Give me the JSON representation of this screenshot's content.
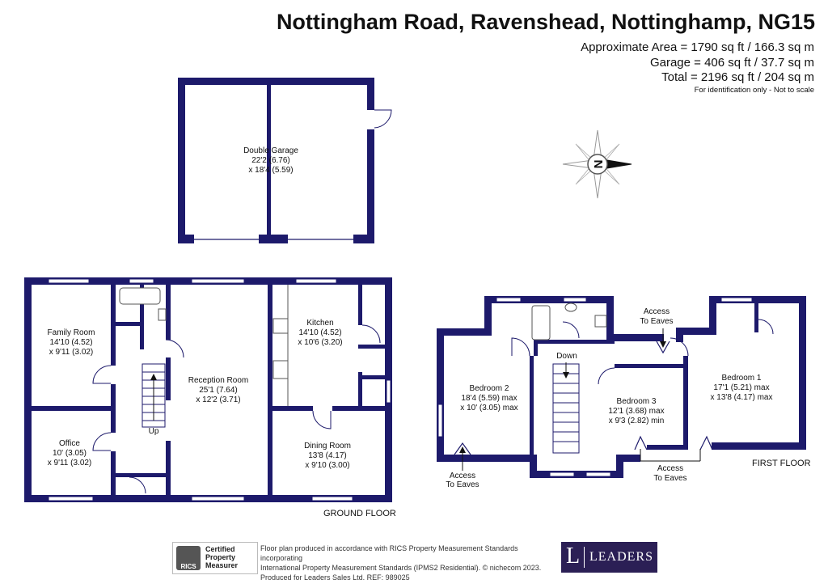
{
  "header": {
    "title": "Nottingham Road, Ravenshead, Nottinghamp, NG15",
    "area_lines": [
      "Approximate Area = 1790 sq ft / 166.3 sq m",
      "Garage = 406 sq ft / 37.7 sq m",
      "Total = 2196 sq ft / 204 sq m"
    ],
    "identification": "For identification only - Not to scale"
  },
  "compass": {
    "letter": "N",
    "icon": "compass-rose-icon"
  },
  "garage": {
    "name": "Double Garage",
    "dim1": "22'2 (6.76)",
    "dim2": "x 18'4 (5.59)"
  },
  "ground_floor": {
    "label": "GROUND FLOOR",
    "stairs_label": "Up",
    "rooms": {
      "family": {
        "name": "Family Room",
        "dim1": "14'10 (4.52)",
        "dim2": "x 9'11 (3.02)"
      },
      "office": {
        "name": "Office",
        "dim1": "10' (3.05)",
        "dim2": "x 9'11 (3.02)"
      },
      "reception": {
        "name": "Reception Room",
        "dim1": "25'1 (7.64)",
        "dim2": "x 12'2 (3.71)"
      },
      "kitchen": {
        "name": "Kitchen",
        "dim1": "14'10 (4.52)",
        "dim2": "x 10'6 (3.20)"
      },
      "dining": {
        "name": "Dining Room",
        "dim1": "13'8 (4.17)",
        "dim2": "x 9'10 (3.00)"
      }
    }
  },
  "first_floor": {
    "label": "FIRST FLOOR",
    "stairs_label": "Down",
    "eaves_top": [
      "Access",
      "To Eaves"
    ],
    "eaves_left": [
      "Access",
      "To Eaves"
    ],
    "eaves_bottom": [
      "Access",
      "To Eaves"
    ],
    "rooms": {
      "bed1": {
        "name": "Bedroom 1",
        "dim1": "17'1 (5.21) max",
        "dim2": "x 13'8 (4.17) max"
      },
      "bed2": {
        "name": "Bedroom 2",
        "dim1": "18'4 (5.59) max",
        "dim2": "x 10' (3.05) max"
      },
      "bed3": {
        "name": "Bedroom 3",
        "dim1": "12'1 (3.68) max",
        "dim2": "x 9'3 (2.82) min"
      }
    }
  },
  "footer": {
    "lines": [
      "Floor plan produced in accordance with RICS Property Measurement Standards incorporating",
      "International Property Measurement Standards (IPMS2 Residential).  © nichecom 2023.",
      "Produced for Leaders Sales Ltd.   REF:  989025"
    ],
    "rics": {
      "abbr": "RICS",
      "line1": "Certified",
      "line2": "Property",
      "line3": "Measurer"
    },
    "agent": {
      "initial": "L",
      "name": "LEADERS"
    }
  }
}
